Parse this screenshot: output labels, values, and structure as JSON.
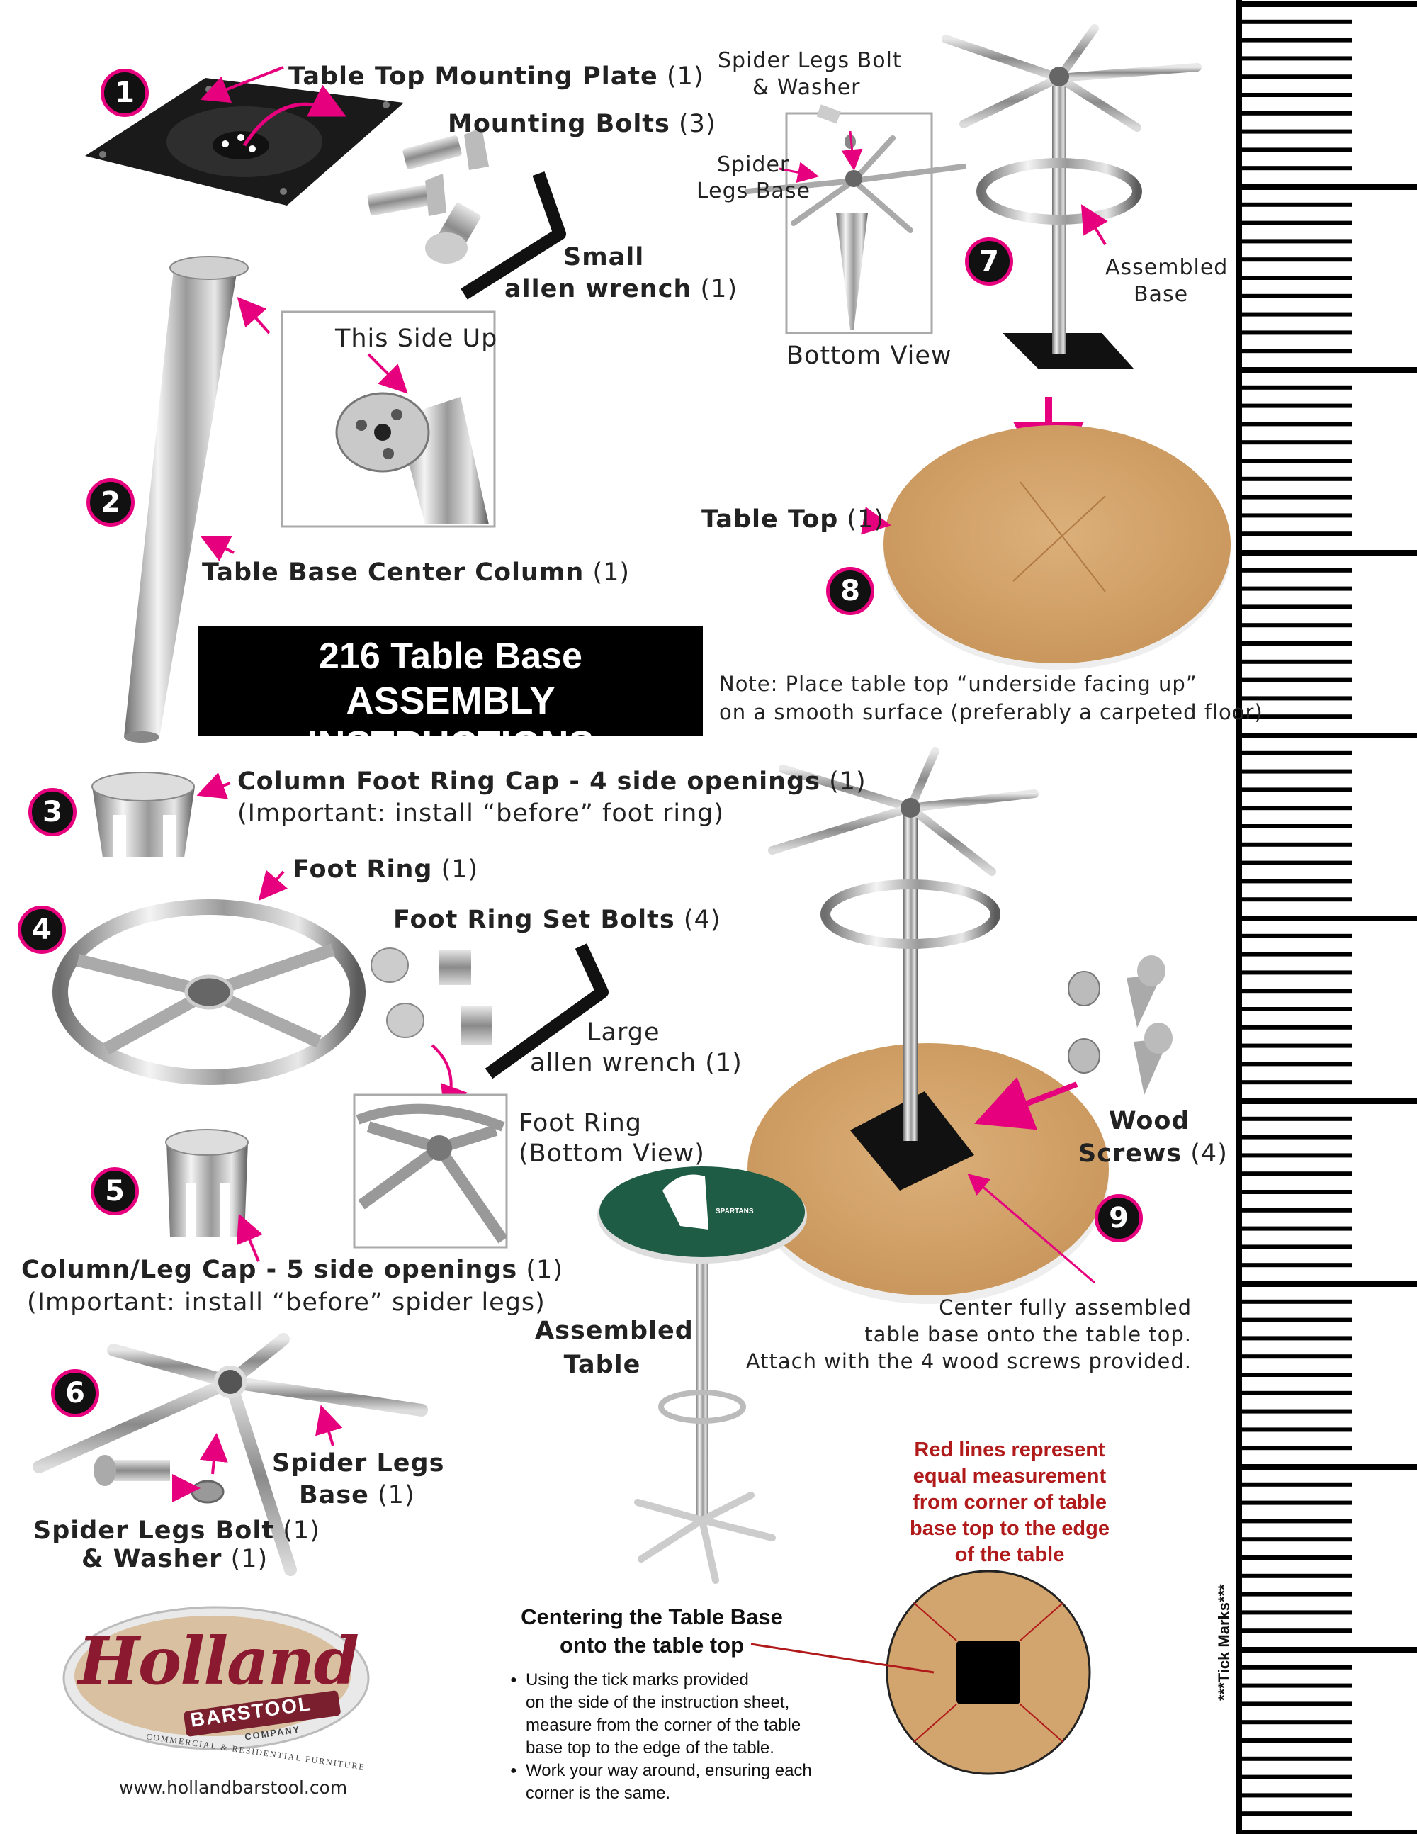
{
  "colors": {
    "accent": "#e6007e",
    "red_note": "#b11a1a",
    "title_bg": "#000000",
    "tabletop": "#d2a46e",
    "team_green": "#1f5c45"
  },
  "title": {
    "line1": "216 Table Base",
    "line2": "ASSEMBLY INSTRUCTIONS"
  },
  "steps": [
    "1",
    "2",
    "3",
    "4",
    "5",
    "6",
    "7",
    "8",
    "9"
  ],
  "parts": {
    "mounting_plate": {
      "name": "Table Top Mounting Plate",
      "qty": "(1)"
    },
    "mounting_bolts": {
      "name": "Mounting Bolts",
      "qty": "(3)"
    },
    "small_wrench": {
      "line1": "Small",
      "line2": "allen wrench",
      "qty": "(1)"
    },
    "this_side_up": "This Side Up",
    "center_column": {
      "name": "Table Base Center Column",
      "qty": "(1)"
    },
    "foot_ring_cap": {
      "name": "Column Foot Ring Cap - 4 side openings",
      "qty": "(1)",
      "note": "(Important: install “before” foot ring)"
    },
    "foot_ring": {
      "name": "Foot Ring",
      "qty": "(1)"
    },
    "foot_ring_bolts": {
      "name": "Foot Ring Set Bolts",
      "qty": "(4)"
    },
    "large_wrench": {
      "line1": "Large",
      "line2": "allen wrench (1)"
    },
    "foot_ring_bottom": {
      "line1": "Foot Ring",
      "line2": "(Bottom View)"
    },
    "leg_cap": {
      "name": "Column/Leg Cap - 5 side openings",
      "qty": "(1)",
      "note": "(Important: install “before” spider legs)"
    },
    "spider_base": {
      "line1": "Spider Legs",
      "line2": "Base",
      "qty": "(1)"
    },
    "spider_bolt": {
      "line1": "Spider Legs Bolt",
      "qty1": "(1)",
      "line2": "& Washer",
      "qty2": "(1)"
    },
    "spider_bolt_top": {
      "line1": "Spider Legs Bolt",
      "line2": "& Washer"
    },
    "spider_base_top": {
      "line1": "Spider",
      "line2": "Legs Base"
    },
    "bottom_view": "Bottom View",
    "assembled_base": {
      "line1": "Assembled",
      "line2": "Base"
    },
    "table_top": {
      "name": "Table Top",
      "qty": "(1)"
    },
    "wood_screws": {
      "line1": "Wood",
      "line2": "Screws",
      "qty": "(4)"
    },
    "assembled_table": {
      "line1": "Assembled",
      "line2": "Table"
    }
  },
  "note": {
    "line1": "Note: Place table top “underside facing up”",
    "line2": "on a smooth surface (preferably a carpeted floor)"
  },
  "center_instructions": {
    "line1": "Center fully assembled",
    "line2": "table base onto the table top.",
    "line3": "Attach with the 4 wood screws provided."
  },
  "red_note": {
    "line1": "Red lines represent",
    "line2": "equal measurement",
    "line3": "from corner of table",
    "line4": "base top to the edge",
    "line5": "of the table"
  },
  "centering": {
    "heading1": "Centering the Table Base",
    "heading2": "onto the table top",
    "bullet1_l1": "Using the tick marks provided",
    "bullet1_l2": "on the side of the instruction sheet,",
    "bullet1_l3": "measure from the corner of the table",
    "bullet1_l4": "base top to the edge of the table.",
    "bullet2_l1": "Work your way around, ensuring each",
    "bullet2_l2": "corner is the same."
  },
  "brand": {
    "name": "Holland",
    "sub": "BARSTOOL",
    "company": "COMPANY",
    "tagline": "COMMERCIAL & RESIDENTIAL FURNITURE",
    "url": "www.hollandbarstool.com"
  },
  "tick_label": "***Tick Marks***"
}
